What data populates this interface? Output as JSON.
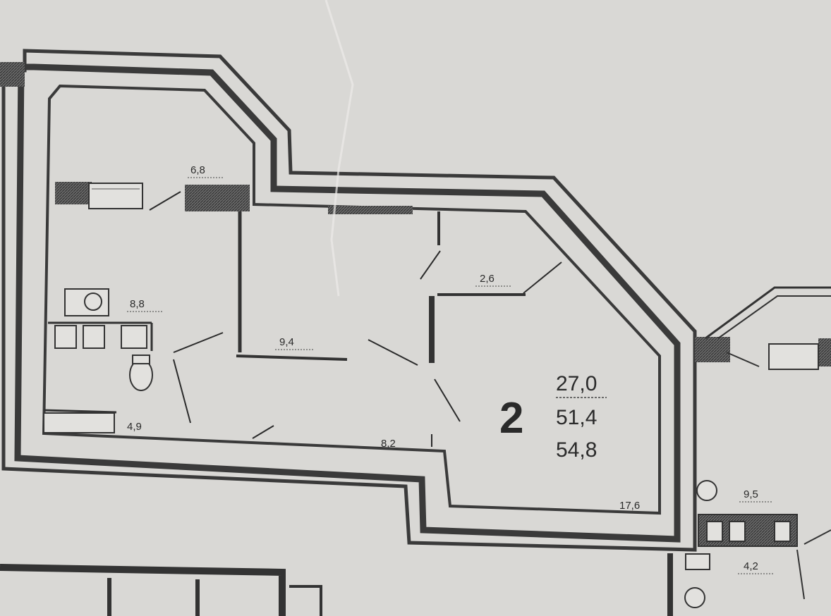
{
  "apartment": {
    "rooms": "2",
    "living_area": "27,0",
    "total_area": "51,4",
    "total_area_with_balcony": "54,8"
  },
  "room_labels": {
    "balcony": "6,8",
    "kitchen": "8,8",
    "room_small": "9,4",
    "storage": "2,6",
    "corridor": "8,2",
    "bathroom": "4,9",
    "room_large": "17,6",
    "neighbor_kitchen": "9,5",
    "neighbor_bath": "4,2"
  },
  "colors": {
    "paper": "#d9d8d5",
    "wall": "#3a3a3a",
    "line": "#2a2a2a"
  }
}
